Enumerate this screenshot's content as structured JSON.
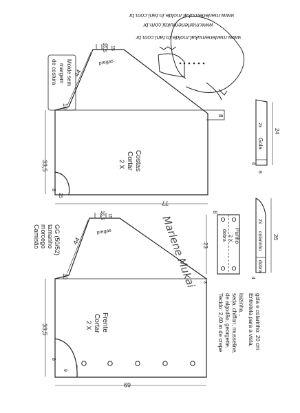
{
  "websites": {
    "line1": "www.marlenemukai.molde.in.tani.com.br",
    "line2": "www.marlenemukai.com.br",
    "line3": "www.marlenemukai.molde.in.tani.com.br"
  },
  "note": {
    "line1": "Molde sem",
    "line2": "margem",
    "line3": "de costura"
  },
  "title": {
    "line1": "Camisão",
    "line2": "morcego",
    "line3": "tamanho",
    "line4": "GG (50/52)"
  },
  "back_piece": {
    "name": "Costas",
    "cut": "Cortar",
    "qty": "2 X",
    "dim_height": "33,5",
    "dim_length": "77",
    "dim_slope": "44",
    "dim_shoulder": "10",
    "dim_top": "16,5",
    "dim_pleat_mark": "15",
    "dim_cuff": "8",
    "dim_hem": "8",
    "dim_corner": "25",
    "pleat_label": "pregas"
  },
  "front_piece": {
    "name": "Frente",
    "cut": "Cortar",
    "qty": "2 X",
    "dim_height": "33,5",
    "dim_length": "69",
    "dim_slope": "44",
    "dim_shoulder": "10",
    "dim_top": "16,5",
    "dim_pleat_mark": "15",
    "dim_hem": "9",
    "dim_corner": "8",
    "dim_cuff": "3",
    "pleat_label": "pregas"
  },
  "cuff_piece": {
    "name": "Punho",
    "qty": "2 X",
    "fold": "dobra",
    "dim_length": "23",
    "dim_width": "8"
  },
  "collar_stand": {
    "name": "colarinho",
    "qty": "2x",
    "fold": "dobra",
    "dim_length": "26",
    "dim_width": "4"
  },
  "collar_piece": {
    "name": "Gola",
    "qty": "2x",
    "dim_length": "24",
    "dim_width": "6",
    "dim_tip": "8"
  },
  "fabric_note": {
    "line1": "Tecido: 2,40 m de crepe",
    "line2": "de algodão, georgette,",
    "line3": "seda, chiffon, musseline,",
    "line4": "laizinha...",
    "line5": "Entretela para a vista,",
    "line6": "gola e colarinho: 20 cm"
  },
  "signature_text": "Marlene Mukai",
  "colors": {
    "ink": "#222222",
    "paper": "#ffffff"
  }
}
